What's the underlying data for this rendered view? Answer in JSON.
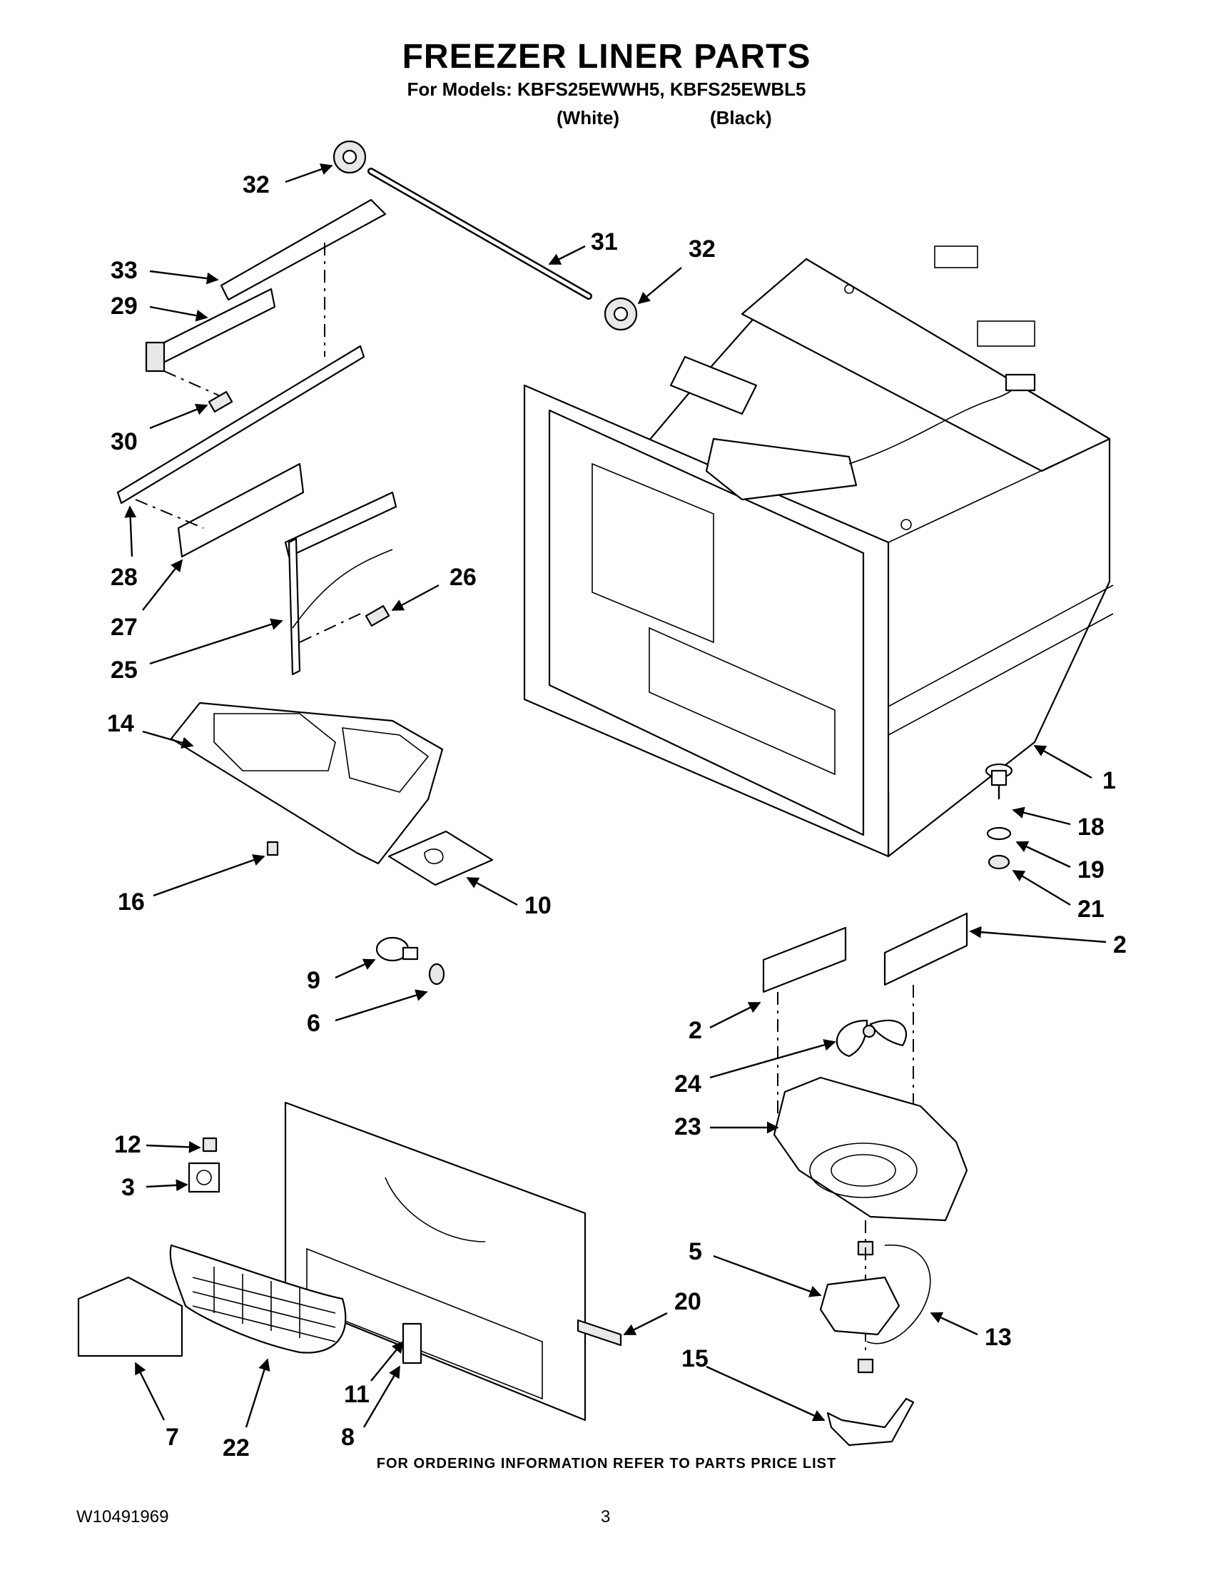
{
  "header": {
    "title": "FREEZER LINER PARTS",
    "subtitle": "For Models: KBFS25EWWH5, KBFS25EWBL5",
    "variants": [
      "(White)",
      "(Black)"
    ]
  },
  "callouts": [
    "32",
    "31",
    "32",
    "33",
    "29",
    "30",
    "28",
    "27",
    "26",
    "25",
    "14",
    "1",
    "18",
    "19",
    "21",
    "16",
    "10",
    "2",
    "9",
    "6",
    "2",
    "24",
    "23",
    "12",
    "3",
    "5",
    "20",
    "13",
    "15",
    "11",
    "7",
    "22",
    "8"
  ],
  "footer": {
    "note": "FOR ORDERING INFORMATION REFER TO PARTS PRICE LIST",
    "doc_number": "W10491969",
    "page_number": "3"
  }
}
